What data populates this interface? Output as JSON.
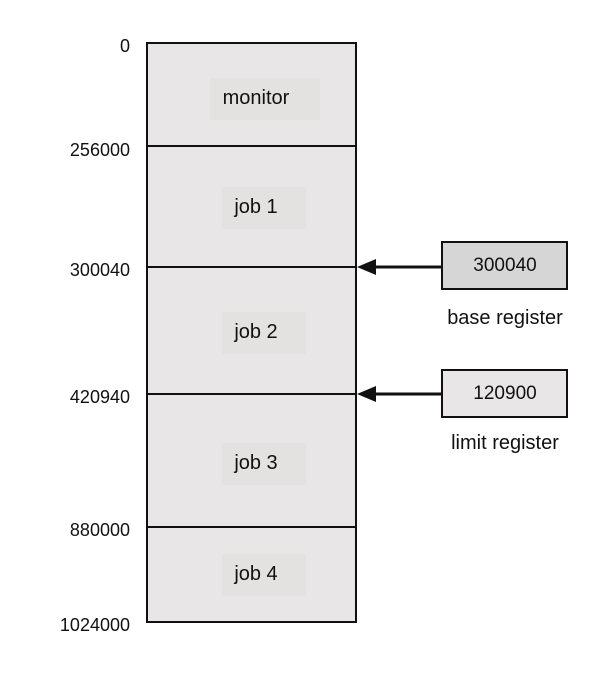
{
  "memory": {
    "addresses": [
      "0",
      "256000",
      "300040",
      "420940",
      "880000",
      "1024000"
    ],
    "segments": [
      "monitor",
      "job 1",
      "job 2",
      "job 3",
      "job 4"
    ]
  },
  "registers": {
    "base": {
      "value": "300040",
      "caption": "base register"
    },
    "limit": {
      "value": "120900",
      "caption": "limit register"
    }
  },
  "colors": {
    "memory_fill": "#e8e6e6",
    "label_fill": "#e4e1e1",
    "base_register_fill": "#d6d6d6",
    "limit_register_fill": "#e8e6e6",
    "line": "#111111"
  }
}
